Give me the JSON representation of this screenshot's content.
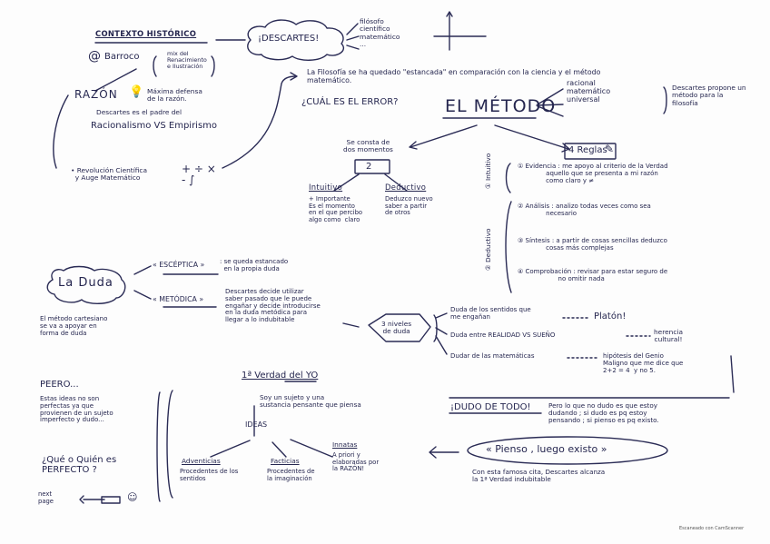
{
  "historical": {
    "title": "CONTEXTO HISTÓRICO",
    "baroque": "Barroco",
    "baroque_note": "mix del\nRenacimiento\ne Ilustración",
    "reason": "RAZÓN",
    "reason_note": "Máxima defensa\nde la razón.",
    "father": "Descartes es el padre del",
    "movements": "Racionalismo VS Empirismo",
    "revolution": "• Revolución Científica\n  y Auge Matemático"
  },
  "descartes": {
    "name": "¡DESCARTES!",
    "roles": "filósofo\ncientífico\nmatemático\n..."
  },
  "intro": {
    "statement": "La Filosofía se ha quedado \"estancada\" en comparación con la ciencia y el método\nmatemático.",
    "question": "¿CUÁL ES EL ERROR?"
  },
  "method": {
    "title": "EL MÉTODO",
    "traits": "racional\nmatemático\nuniversal",
    "note": "Descartes propone un\nmétodo para la\nfilosofía",
    "two_moments_intro": "Se consta de\ndos momentos",
    "two_moments_number": "2",
    "intuitive_title": "Intuitivo",
    "intuitive_desc": "+ Importante\nEs el momento\nen el que percibo\nalgo como  claro",
    "deductive_title": "Deductivo",
    "deductive_desc": "Deduzco nuevo\nsaber a partir\nde otros",
    "rules_label": "4 Reglas",
    "side_intuitive": "① Intuitivo",
    "side_deductive": "② Deductivo",
    "rule1": "① Evidencia : me apoyo al criterio de la Verdad\n              aquello que se presenta a mi razón\n              como claro y ≠",
    "rule2": "② Análisis : analizo todas veces como sea\n              necesario",
    "rule3": "③ Síntesis : a partir de cosas sencillas deduzco\n              cosas más complejas",
    "rule4": "④ Comprobación : revisar para estar seguro de\n                    no omitir nada"
  },
  "doubt": {
    "title": "La Duda",
    "caption": "El método cartesiano\nse va a apoyar en\nforma de duda",
    "skeptic_label": "« ESCÉPTICA »",
    "skeptic_desc": ": se queda estancado\n  en la propia duda",
    "methodic_label": "« METÓDICA »",
    "methodic_desc": "Descartes decide utilizar\nsaber pasado que le puede\nengañar y decide introducirse\nen la duda metódica para\nllegar a lo indubitable",
    "levels": "3 niveles\nde duda",
    "level1": "Duda de los sentidos que\nme engañan",
    "level1_ref": "Platón!",
    "level2": "Duda entre REALIDAD VS SUEÑO",
    "level2_ref": "herencia\ncultural!",
    "level3": "Dudar de las matemáticas",
    "level3_ref": "hipótesis del Genio\nMaligno que me dice que\n2+2 = 4  y no 5."
  },
  "conclusion": {
    "doubt_all": "¡DUDO DE TODO!",
    "doubt_all_desc": "Pero lo que no dudo es que estoy\ndudando ; si dudo es pq estoy\npensando ; si pienso es pq existo.",
    "cogito": "« Pienso , luego existo »",
    "cogito_desc": "Con esta famosa cita, Descartes alcanza\nla 1ª Verdad indubitable"
  },
  "first_truth": {
    "title": "1ª Verdad del YO",
    "desc": "Soy un sujeto y una\nsustancia pensante que piensa",
    "ideas": "IDEAS",
    "adventitious_title": "Adventicias",
    "adventitious_desc": "Procedentes de los\nsentidos",
    "factitious_title": "Facticias",
    "factitious_desc": "Procedentes de\nla imaginación",
    "innate_title": "Innatas",
    "innate_desc": "A priori y\nelaboradas por\nla RAZÓN!"
  },
  "bottom_left": {
    "but": "PEERO...",
    "text": "Estas ideas no son\nperfectas ya que\nprovienen de un sujeto\nimperfecto y dudo...",
    "question": "¿Qué o Quién es\nPERFECTO ?",
    "next": "next\npage"
  },
  "footer": "Escaneado con CamScanner",
  "icons": {
    "spiral": "spiral-icon",
    "bulb": "lightbulb-icon",
    "integral": "integral-symbol-icon",
    "axes": "cartesian-axes-icon",
    "pencil": "pencil-icon",
    "smile": "smile-icon",
    "cloud": "cloud-icon"
  }
}
